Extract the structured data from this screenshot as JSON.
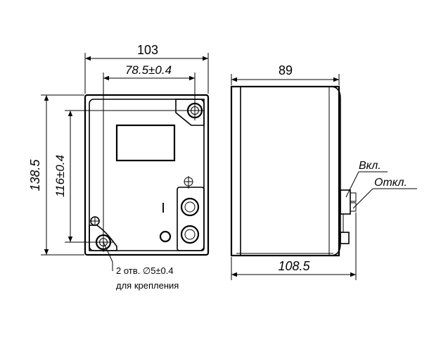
{
  "front_view": {
    "width_overall": "103",
    "mount_spacing_horizontal": "78.5±0.4",
    "height_overall": "138.5",
    "mount_spacing_vertical": "116±0.4",
    "hole_note_line1": "2 отв. ∅5±0.4",
    "hole_note_line2": "для крепления",
    "switch_mark": "I"
  },
  "side_view": {
    "depth_body": "89",
    "depth_overall": "108.5",
    "label_on": "Вкл.",
    "label_off": "Откл."
  }
}
